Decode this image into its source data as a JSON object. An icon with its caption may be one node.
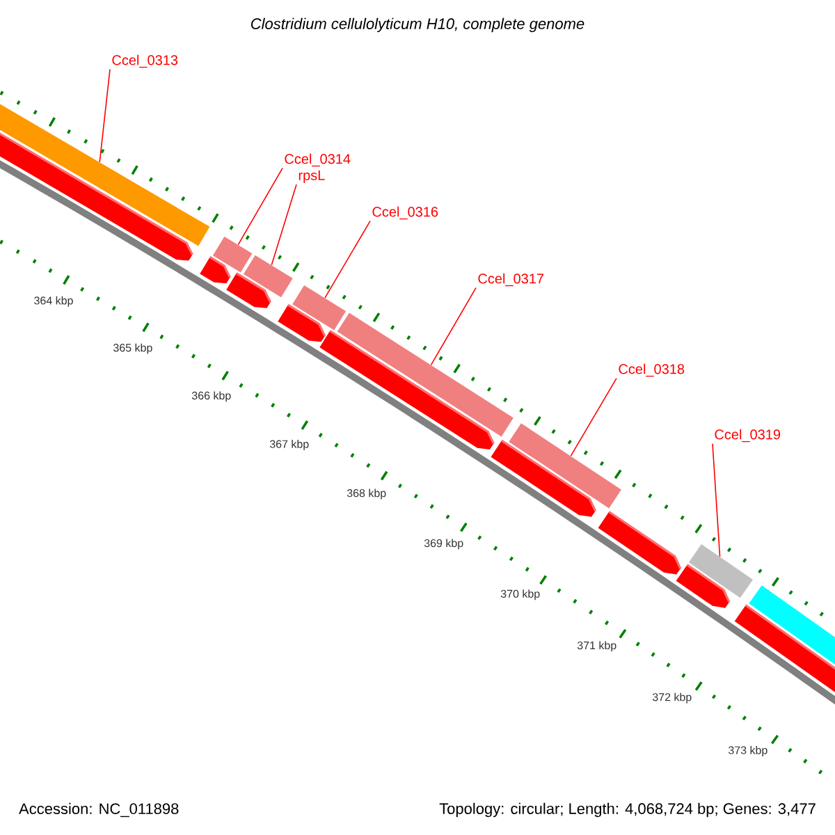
{
  "diagram": {
    "title": "Clostridium cellulolyticum H10, complete genome",
    "nodes": [
      {
        "text": [
          "Ccel_0313"
        ]
      },
      {
        "text": [
          "Ccel_0314"
        ]
      },
      {
        "text": [
          "rpsL"
        ]
      },
      {
        "text": [
          "Ccel_0316"
        ]
      },
      {
        "text": [
          "Ccel_0317"
        ]
      },
      {
        "text": [
          "Ccel_0318"
        ]
      },
      {
        "text": [
          "Ccel_0319"
        ]
      },
      {
        "text": [],
        "shape": "bar"
      },
      {
        "text": [],
        "shape": "bar"
      },
      {
        "text": [],
        "shape": "bar"
      },
      {
        "text": [],
        "shape": "bar"
      },
      {
        "text": [],
        "shape": "bar"
      },
      {
        "text": [],
        "shape": "bar"
      },
      {
        "text": [],
        "shape": "bar"
      }
    ],
    "edges": [
      {
        "from": 0,
        "to": 7,
        "arrow": "none"
      },
      {
        "from": 1,
        "to": 8,
        "arrow": "none"
      },
      {
        "from": 2,
        "to": 9,
        "arrow": "none"
      },
      {
        "from": 3,
        "to": 10,
        "arrow": "none"
      },
      {
        "from": 4,
        "to": 11,
        "arrow": "none"
      },
      {
        "from": 5,
        "to": 12,
        "arrow": "none"
      },
      {
        "from": 6,
        "to": 13,
        "arrow": "none"
      }
    ],
    "labels": [
      "364 kbp",
      "365 kbp",
      "366 kbp",
      "367 kbp",
      "368 kbp",
      "369 kbp",
      "370 kbp",
      "371 kbp",
      "372 kbp",
      "373 kbp",
      "Accession: NC_011898",
      "Topology: circular; Length: 4,068,724 bp; Genes: 3,477"
    ]
  }
}
